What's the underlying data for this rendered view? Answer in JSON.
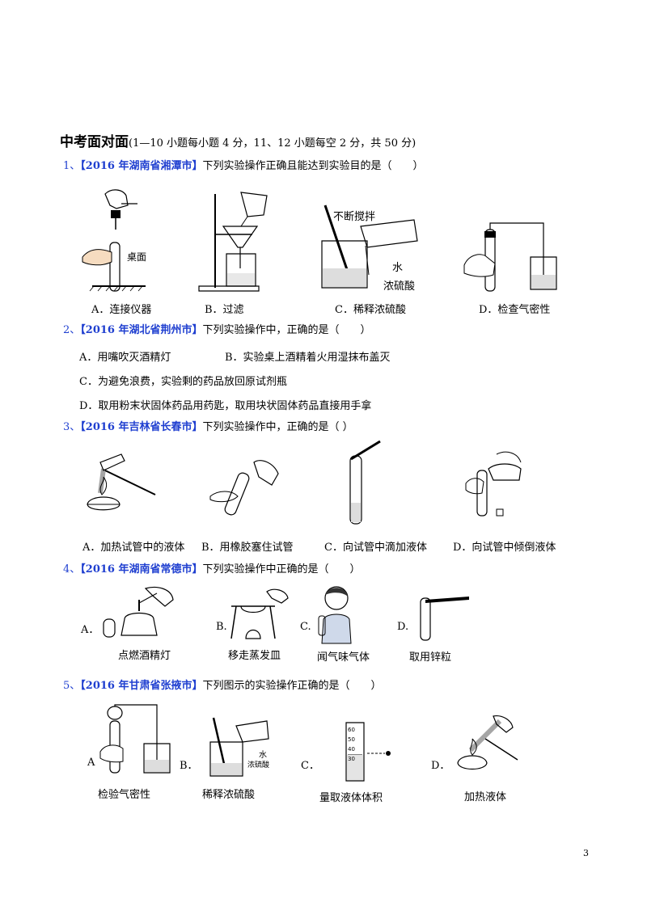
{
  "heading": {
    "title": "中考面对面",
    "scoring": "(1—10 小题每小题 4 分，11、12 小题每空 2 分，共 50 分)"
  },
  "questions": [
    {
      "num": "1、",
      "source": "【2016 年湖南省湘潭市】",
      "stem": "下列实验操作正确且能达到实验目的是（　　）",
      "labels": {
        "desk": "桌面",
        "stir": "不断搅拌",
        "water": "水",
        "acid": "浓硫酸"
      },
      "options": [
        "A．连接仪器",
        "B．过滤",
        "C．稀释浓硫酸",
        "D．检查气密性"
      ]
    },
    {
      "num": "2、",
      "source": "【2016 年湖北省荆州市】",
      "stem": "下列实验操作中，正确的是（　　）",
      "options": [
        "A．用嘴吹灭酒精灯",
        "B．实验桌上酒精着火用湿抹布盖灭",
        "C．为避免浪费，实验剩的药品放回原试剂瓶",
        "D．取用粉末状固体药品用药匙，取用块状固体药品直接用手拿"
      ]
    },
    {
      "num": "3、",
      "source": "【2016 年吉林省长春市】",
      "stem": "下列实验操作中，正确的是（ ）",
      "options": [
        "A．加热试管中的液体",
        "B．用橡胶塞住试管",
        "C．向试管中滴加液体",
        "D．向试管中倾倒液体"
      ]
    },
    {
      "num": "4、",
      "source": "【2016 年湖南省常德市】",
      "stem": "下列实验操作中正确的是（　　）",
      "letters": [
        "A．",
        "B.",
        "C.",
        "D."
      ],
      "captions": [
        "点燃酒精灯",
        "移走蒸发皿",
        "闻气味气体",
        "取用锌粒"
      ]
    },
    {
      "num": "5、",
      "source": "【2016 年甘肃省张掖市】",
      "stem": "下列图示的实验操作正确的是（　　）",
      "letters": [
        "A",
        "B．",
        "C．",
        "D．"
      ],
      "captions": [
        "检验气密性",
        "稀释浓硫酸",
        "量取液体体积",
        "加热液体"
      ],
      "labels": {
        "water": "水",
        "acid": "浓硫酸",
        "ticks": [
          "60",
          "50",
          "40",
          "30"
        ]
      }
    }
  ],
  "page_number": "3"
}
